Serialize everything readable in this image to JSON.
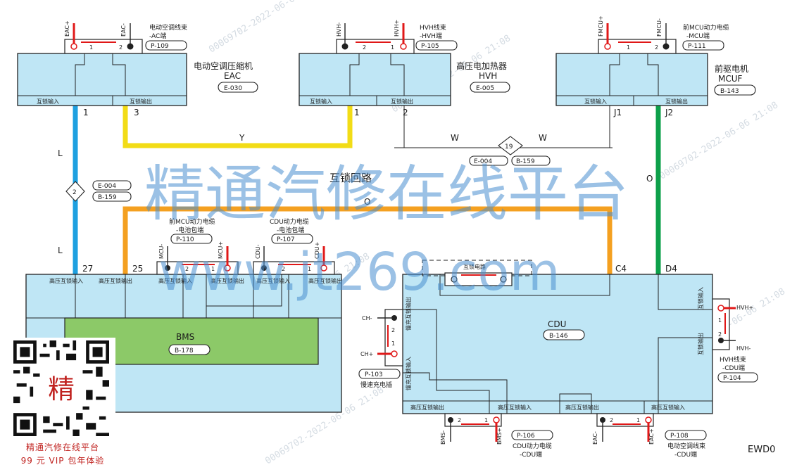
{
  "components": {
    "eac": {
      "name": "电动空调压缩机",
      "code": "EAC",
      "ref": "E-030",
      "pin1_label": "互锁输入",
      "pin3_label": "互锁输出",
      "pin1": "1",
      "pin3": "3"
    },
    "hvh": {
      "name": "高压电加热器",
      "code": "HVH",
      "ref": "E-005",
      "pin1_label": "互锁输入",
      "pin2_label": "互锁输出",
      "pin1": "1",
      "pin2": "2"
    },
    "mcuf": {
      "name": "前驱电机",
      "code": "MCUF",
      "ref": "B-143",
      "pinj1_label": "互锁输入",
      "pinj2_label": "互锁输出",
      "pinj1": "J1",
      "pinj2": "J2"
    },
    "bms": {
      "name": "BMS",
      "ref": "B-178",
      "pin27": "27",
      "pin25": "25",
      "slot_labels": [
        "高压互锁输入",
        "高压互锁输出",
        "高压互锁输入",
        "高压互锁输出",
        "高压互锁输入",
        "高压互锁输出"
      ]
    },
    "cdu": {
      "name": "CDU",
      "ref": "B-146",
      "pinc4": "C4",
      "pind4": "D4",
      "top_label": "互锁电路",
      "right_labels": [
        "互锁输入",
        "互锁输出"
      ],
      "left_labels": [
        "慢充互锁输出",
        "慢充互锁输入"
      ],
      "bottom_labels": [
        "高压互锁输出",
        "高压互锁输入",
        "高压互锁输出",
        "高压互锁输入"
      ]
    }
  },
  "connectors": {
    "p109": {
      "title": "电动空调线束",
      "sub": "-AC端",
      "ref": "P-109",
      "pin_left": "EAC+",
      "pin_right": "EAC-",
      "n1": "1",
      "n2": "2"
    },
    "p105": {
      "title": "HVH线束",
      "sub": "-HVH端",
      "ref": "P-105",
      "pin_left": "HVH-",
      "pin_right": "HVH+",
      "n1": "2",
      "n2": "1"
    },
    "p111": {
      "title": "前MCU动力电缆",
      "sub": "-MCU端",
      "ref": "P-111",
      "pin_left": "FMCU+",
      "pin_right": "FMCU-",
      "n1": "1",
      "n2": "2"
    },
    "p110": {
      "title": "前MCU动力电缆",
      "sub": "-电池包端",
      "ref": "P-110",
      "pin_left": "MCU-",
      "pin_right": "MCU+",
      "n1": "2",
      "n2": "1"
    },
    "p107": {
      "title": "CDU动力电缆",
      "sub": "-电池包端",
      "ref": "P-107",
      "pin_left": "CDU-",
      "pin_right": "CDU+",
      "n1": "2",
      "n2": "1"
    },
    "p104": {
      "title": "HVH线束",
      "sub": "-CDU端",
      "ref": "P-104",
      "pin_top": "HVH+",
      "pin_bottom": "HVH-",
      "n1": "1",
      "n2": "2"
    },
    "p103": {
      "ref": "P-103",
      "title": "慢速充电插",
      "pin_top": "CH-",
      "pin_bottom": "CH+",
      "n1": "2",
      "n2": "1"
    },
    "p106": {
      "title": "CDU动力电缆",
      "sub": "-CDU端",
      "ref": "P-106",
      "pin_left": "BMS-",
      "pin_right": "BMS+",
      "n1": "2",
      "n2": "1"
    },
    "p108": {
      "title": "电动空调线束",
      "sub": "-CDU端",
      "ref": "P-108",
      "pin_left": "EAC-",
      "pin_right": "EAC+",
      "n1": "2",
      "n2": "1"
    }
  },
  "wires": {
    "blue_label": "L",
    "yellow_label": "Y",
    "white_label": "W",
    "orange_label": "O",
    "splice2": {
      "num": "2",
      "refs": [
        "E-004",
        "B-159"
      ]
    },
    "splice19": {
      "num": "19",
      "refs": [
        "E-004",
        "B-159"
      ]
    },
    "loop_title": "互锁回路",
    "colors": {
      "blue": "#1ea0e0",
      "yellow": "#f2dc16",
      "orange": "#f4a020",
      "green": "#0da04a",
      "red": "#e01818",
      "component": "#bfe6f5",
      "bms": "#8cc968"
    }
  },
  "watermark": {
    "main": "精通汽修在线平台",
    "url": "www.jt269.com",
    "diag": "00069702-2022-06-06 21:08"
  },
  "promo": {
    "line1": "精通汽修在线平台",
    "line2": "99 元 VIP 包年体验",
    "qr_char": "精"
  },
  "page_code": "EWD0"
}
